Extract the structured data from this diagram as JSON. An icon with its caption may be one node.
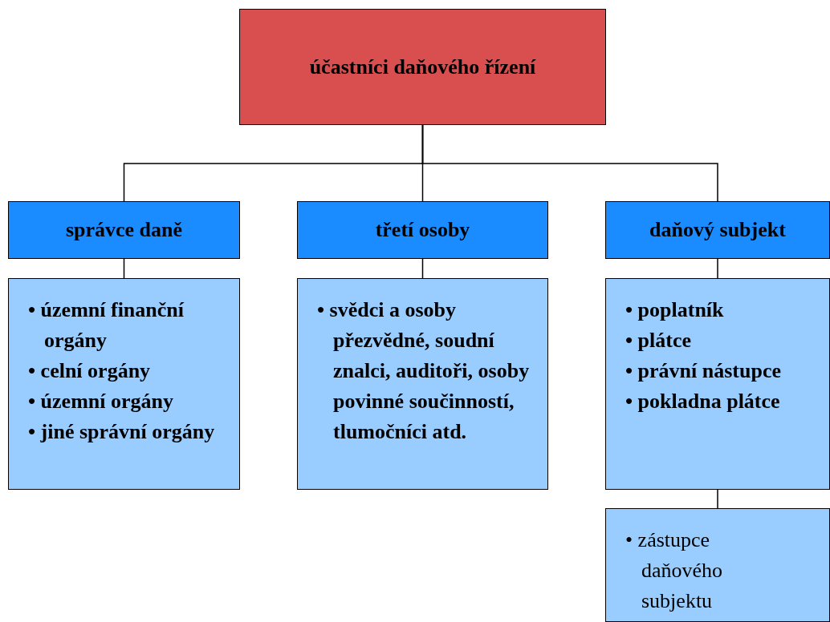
{
  "diagram": {
    "nodes": [
      {
        "text": [
          "účastníci daňového řízení"
        ]
      },
      {
        "text": [
          "správce daně"
        ]
      },
      {
        "text": [
          "třetí osoby"
        ]
      },
      {
        "text": [
          "daňový subjekt"
        ]
      },
      {
        "text": [
          "• územní finanční orgány",
          "• celní orgány",
          "• územní orgány",
          "• jiné správní orgány"
        ]
      },
      {
        "text": [
          "• svědci a osoby přezvědné, soudní znalci, auditoři, osoby povinné součinností, tlumočníci atd."
        ]
      },
      {
        "text": [
          "• poplatník",
          "• plátce",
          "• právní nástupce",
          "• pokladna plátce"
        ]
      },
      {
        "text": [
          "• zástupce daňového subjektu"
        ]
      }
    ],
    "edges": [
      {
        "from": 0,
        "to": 1,
        "arrow": "none"
      },
      {
        "from": 0,
        "to": 2,
        "arrow": "none"
      },
      {
        "from": 0,
        "to": 3,
        "arrow": "none"
      },
      {
        "from": 1,
        "to": 4,
        "arrow": "none"
      },
      {
        "from": 2,
        "to": 5,
        "arrow": "none"
      },
      {
        "from": 3,
        "to": 6,
        "arrow": "none"
      },
      {
        "from": 6,
        "to": 7,
        "arrow": "none"
      }
    ]
  }
}
